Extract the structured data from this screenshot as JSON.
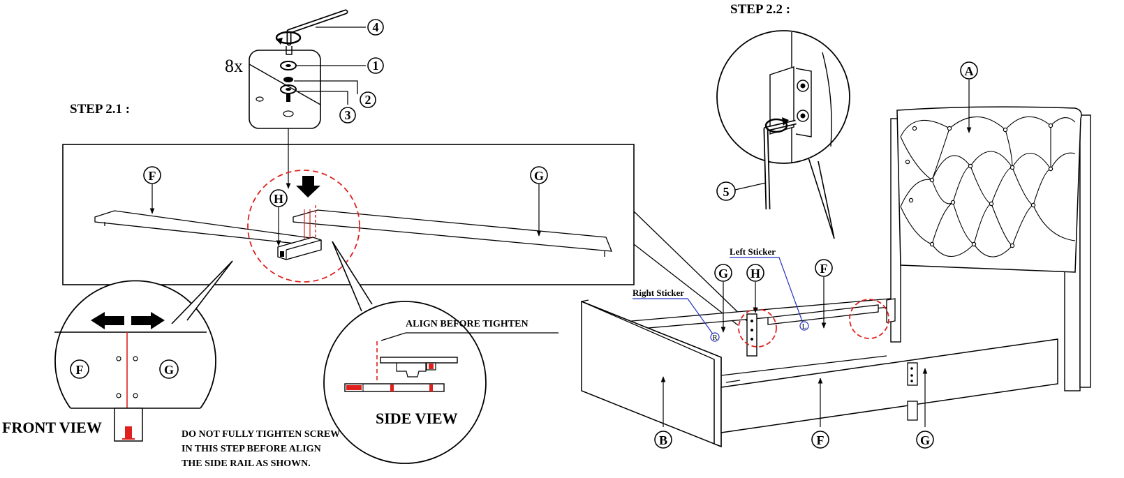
{
  "steps": {
    "step_2_1": "STEP 2.1 :",
    "step_2_2": "STEP 2.2 :"
  },
  "hardware": {
    "quantity": "8x",
    "items": [
      "1",
      "2",
      "3",
      "4"
    ]
  },
  "parts": {
    "F": "F",
    "G": "G",
    "H": "H",
    "A": "A",
    "B": "B",
    "allen_key": "5",
    "sticker_right_mark": "R",
    "sticker_left_mark": "L"
  },
  "labels": {
    "front_view": "FRONT VIEW",
    "side_view": "SIDE VIEW",
    "align_before_tighten": "ALIGN BEFORE  TIGHTEN",
    "warning_line1": "DO NOT FULLY TIGHTEN SCREW",
    "warning_line2": "IN THIS STEP BEFORE ALIGN",
    "warning_line3": "THE SIDE RAIL AS SHOWN.",
    "right_sticker": "Right Sticker",
    "left_sticker": "Left Sticker"
  },
  "colors": {
    "line": "#000000",
    "highlight": "#e0201c",
    "leader_blue": "#2030c0"
  },
  "icons": [
    "allen-key-icon",
    "rotate-arrow-icon",
    "down-arrow-icon",
    "left-arrow-icon",
    "right-arrow-icon"
  ]
}
